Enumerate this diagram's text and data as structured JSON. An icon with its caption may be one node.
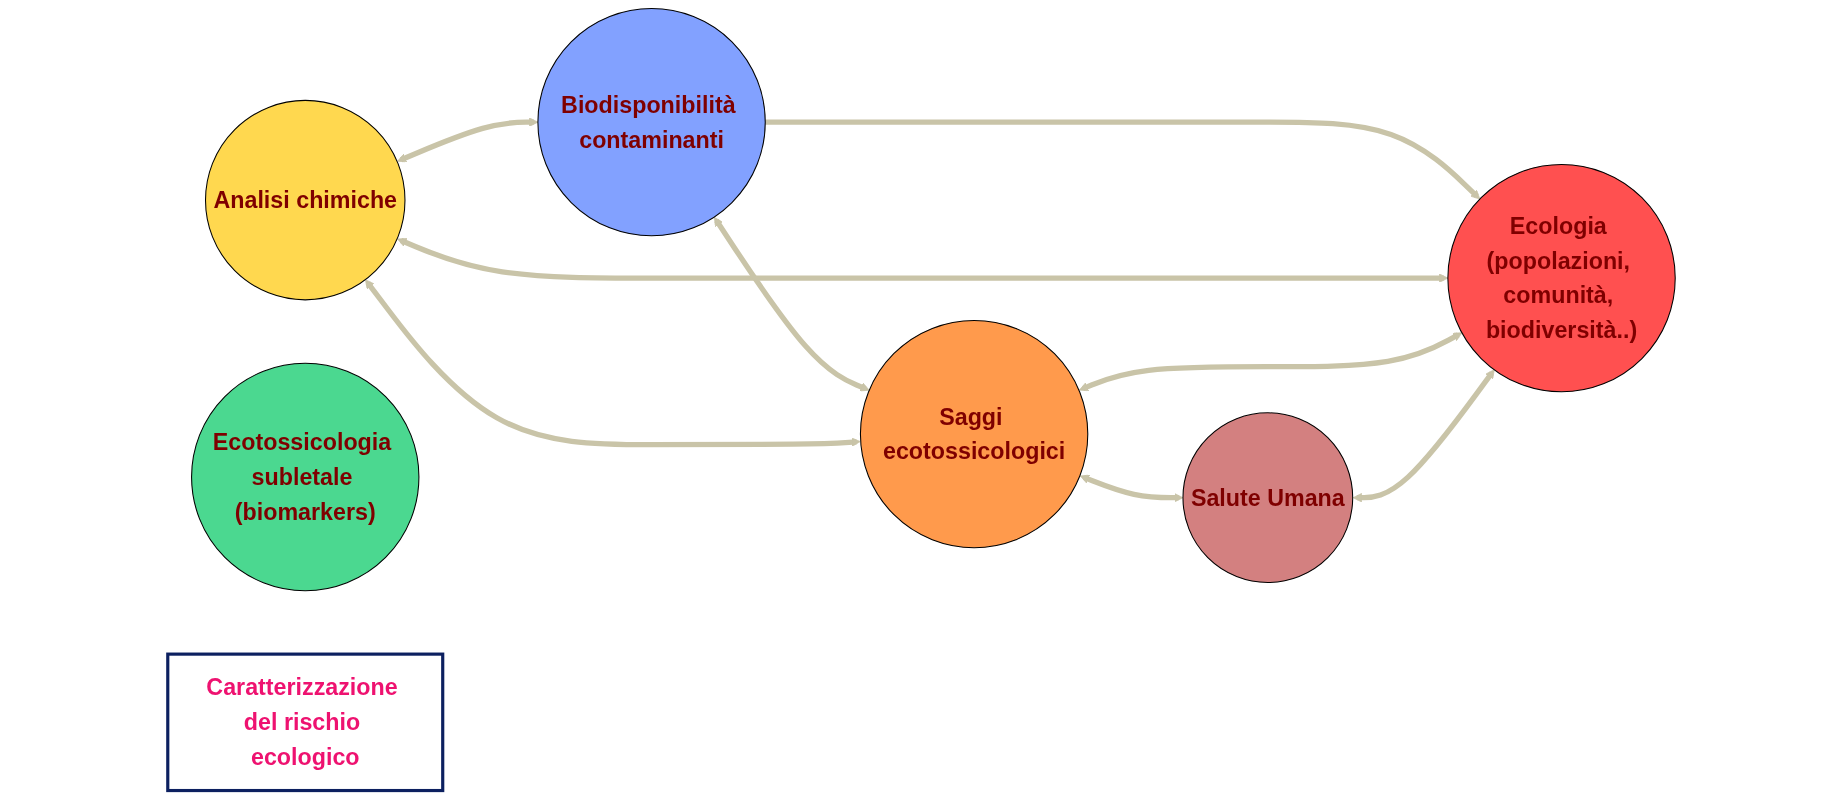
{
  "diagram": {
    "nodes": [
      {
        "text": [
          "Analisi chimiche"
        ]
      },
      {
        "text": [
          "Biodisponibilità contaminanti"
        ]
      },
      {
        "text": [
          "Ecotossicologia subletale (biomarkers)"
        ]
      },
      {
        "text": [
          "Saggi ecotossicologici"
        ]
      },
      {
        "text": [
          "Ecologia (popolazioni, comunità, biodiversità..)"
        ]
      },
      {
        "text": [
          "Salute Umana"
        ]
      },
      {
        "text": [
          "Caratterizzazione del rischio ecologico"
        ]
      }
    ],
    "edges": [
      {
        "from": 0,
        "to": 1,
        "arrow": "both"
      },
      {
        "from": 1,
        "to": 4,
        "arrow": "to"
      },
      {
        "from": 3,
        "to": 0,
        "arrow": "both"
      },
      {
        "from": 0,
        "to": 4,
        "arrow": "both"
      },
      {
        "from": 1,
        "to": 3,
        "arrow": "both"
      },
      {
        "from": 3,
        "to": 4,
        "arrow": "both"
      },
      {
        "from": 3,
        "to": 5,
        "arrow": "both"
      },
      {
        "from": 5,
        "to": 4,
        "arrow": "both"
      }
    ]
  }
}
